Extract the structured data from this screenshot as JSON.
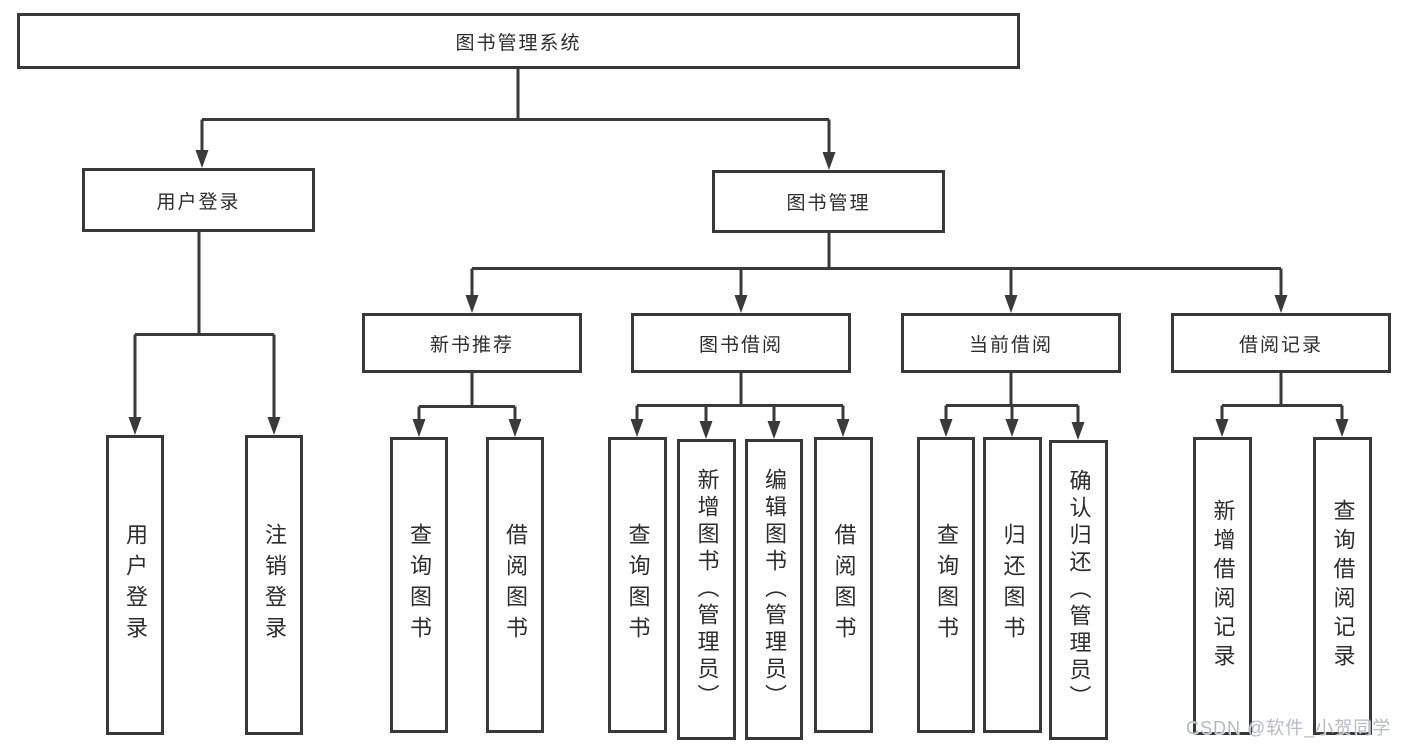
{
  "tree": {
    "root": {
      "label": "图书管理系统"
    },
    "branches": [
      {
        "label": "用户登录",
        "children": [
          {
            "label": "用户登录"
          },
          {
            "label": "注销登录"
          }
        ]
      },
      {
        "label": "图书管理",
        "children": [
          {
            "label": "新书推荐",
            "children": [
              {
                "label": "查询图书"
              },
              {
                "label": "借阅图书"
              }
            ]
          },
          {
            "label": "图书借阅",
            "children": [
              {
                "label": "查询图书"
              },
              {
                "label": "新增图书（管理员）"
              },
              {
                "label": "编辑图书（管理员）"
              },
              {
                "label": "借阅图书"
              }
            ]
          },
          {
            "label": "当前借阅",
            "children": [
              {
                "label": "查询图书"
              },
              {
                "label": "归还图书"
              },
              {
                "label": "确认归还（管理员）"
              }
            ]
          },
          {
            "label": "借阅记录",
            "children": [
              {
                "label": "新增借阅记录"
              },
              {
                "label": "查询借阅记录"
              }
            ]
          }
        ]
      }
    ]
  },
  "watermark": {
    "text": "CSDN @软件_小贺同学"
  },
  "colors": {
    "line": "#3a3a3a",
    "box_border": "#383838",
    "box_background": "#ffffff",
    "text": "#2d2d2d",
    "watermark": "#b6bac1",
    "page_background": "#ffffff"
  }
}
